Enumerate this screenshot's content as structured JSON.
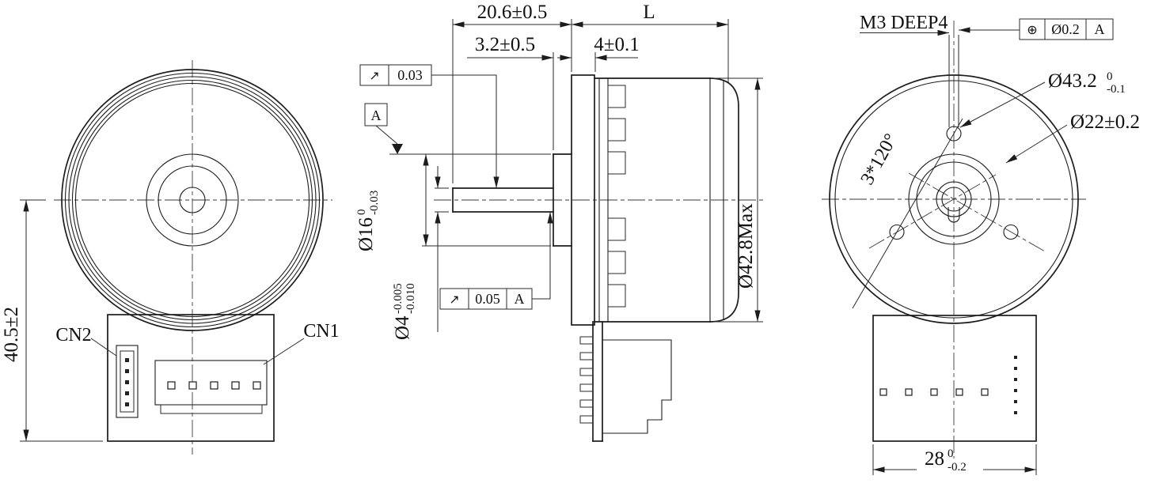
{
  "drawing": {
    "front": {
      "cn2": "CN2",
      "cn1": "CN1",
      "height": "40.5±2"
    },
    "side": {
      "protrusion": "20.6±0.5",
      "length": "L",
      "boss_len": "3.2±0.5",
      "flange_len": "4±0.1",
      "fcf_top": {
        "symbol": "↗",
        "value": "0.03"
      },
      "datum": "A",
      "boss_dia": {
        "base": "Ø16",
        "upper": "0",
        "lower": "-0.03"
      },
      "shaft_dia": {
        "base": "Ø4",
        "upper": "-0.005",
        "lower": "-0.010"
      },
      "fcf_bottom": {
        "symbol": "↗",
        "value": "0.05",
        "datum": "A"
      },
      "body_dia": "Ø42.8Max"
    },
    "rear": {
      "thread": "M3 DEEP4",
      "fcf": {
        "symbol": "⊕",
        "value": "Ø0.2",
        "datum": "A"
      },
      "outer_dia": {
        "base": "Ø43.2",
        "upper": "0",
        "lower": "-0.1"
      },
      "bolt_circle": "Ø22±0.2",
      "pattern": "3*120°",
      "pcb_width": {
        "base": "28",
        "upper": "0",
        "lower": "-0.2"
      }
    }
  }
}
